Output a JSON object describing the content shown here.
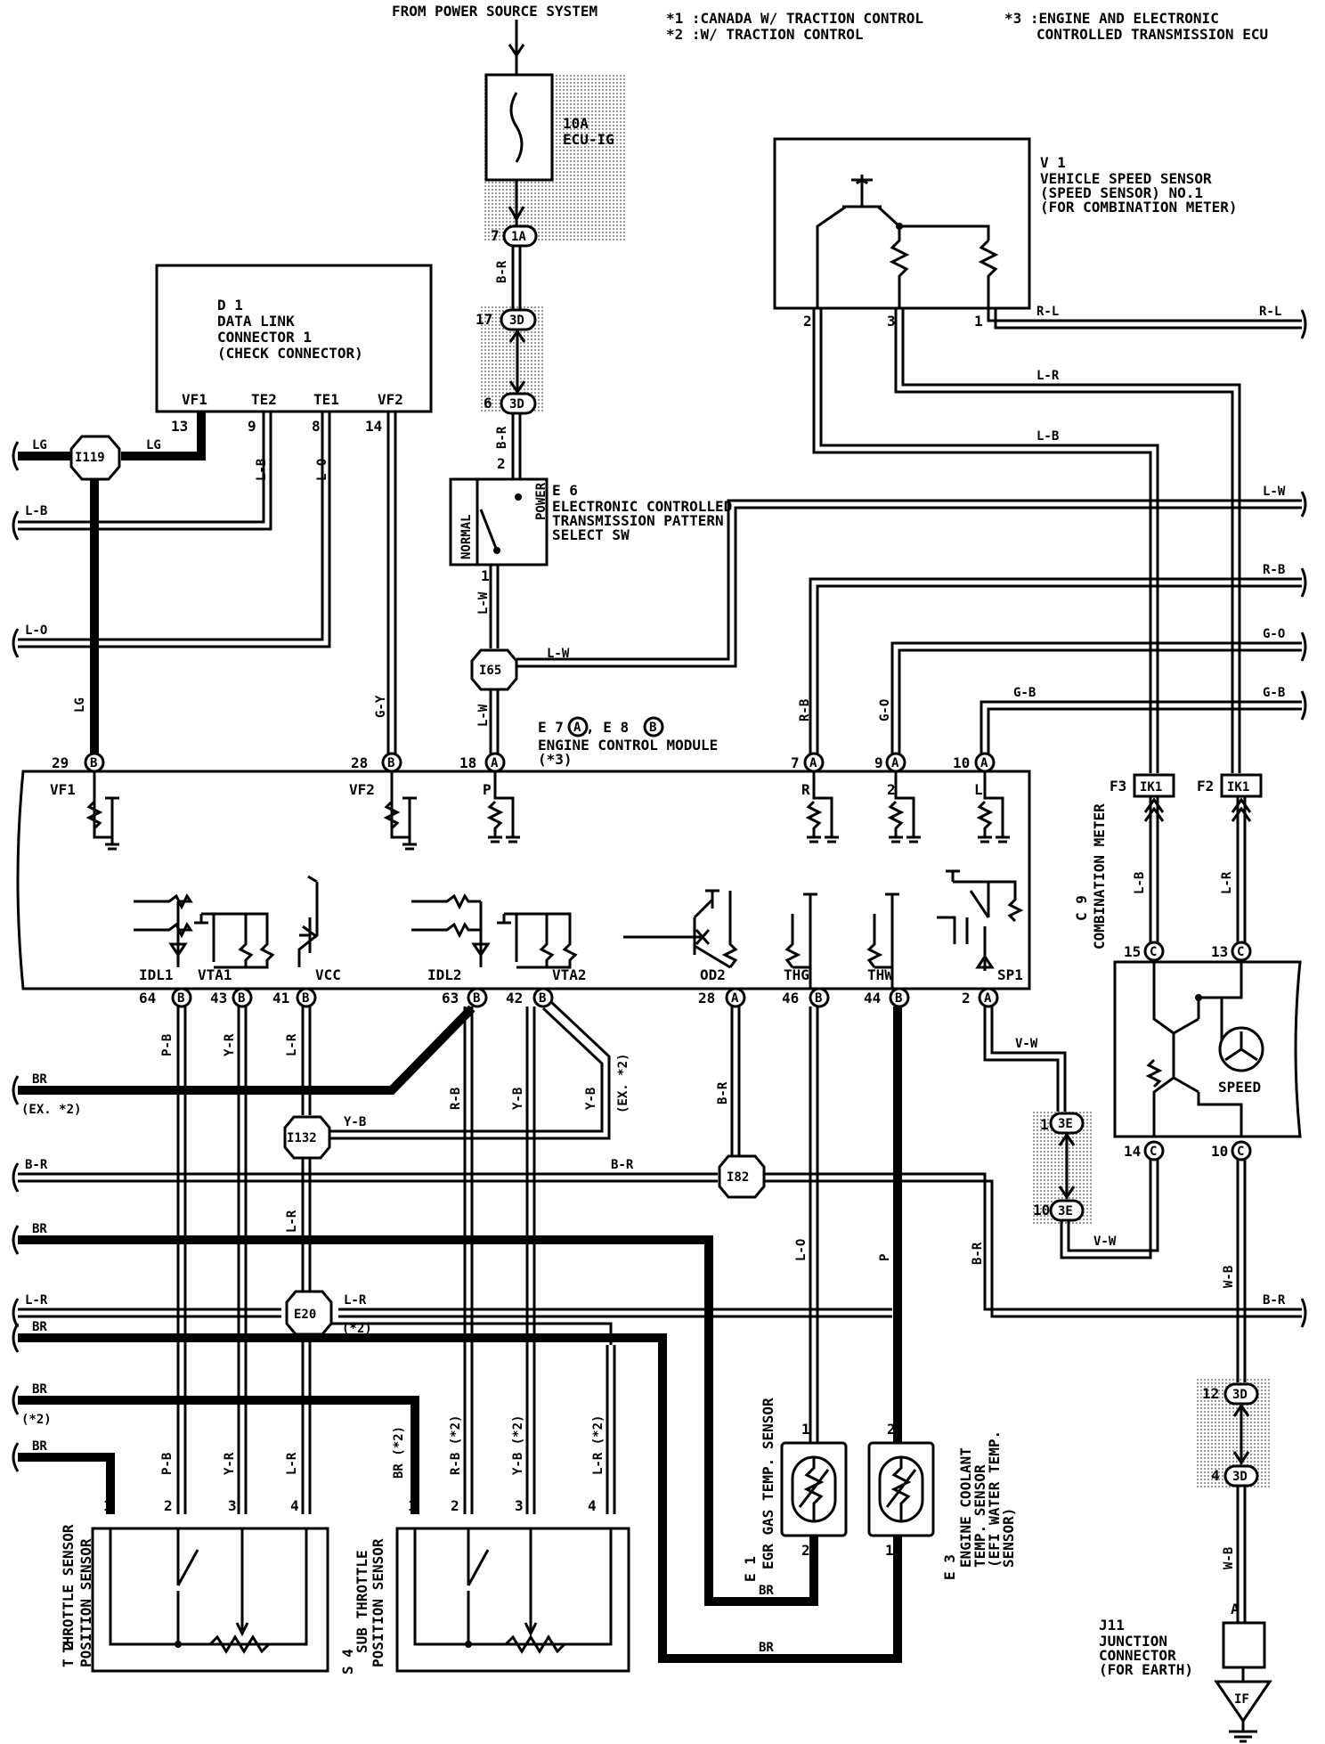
{
  "header": {
    "power_source": "FROM POWER SOURCE SYSTEM",
    "note1": "*1 :CANADA W/ TRACTION CONTROL",
    "note2": "*2 :W/ TRACTION CONTROL",
    "note3a": "*3 :ENGINE AND ELECTRONIC",
    "note3b": "CONTROLLED TRANSMISSION ECU"
  },
  "fuse": {
    "line1": "10A",
    "line2": "ECU-IG"
  },
  "connectors": {
    "j1A_pin": "7",
    "j1A": "1A",
    "j3D_top_pin": "17",
    "j3D_top": "3D",
    "j3D_bot_pin": "6",
    "j3D_bot": "3D",
    "j3E_top_pin": "1",
    "j3E_top": "3E",
    "j3E_bot_pin": "10",
    "j3E_bot": "3E",
    "j3D_r1_pin": "12",
    "j3D_r1": "3D",
    "j3D_r2_pin": "4",
    "j3D_r2": "3D",
    "i119": "I119",
    "i65": "I65",
    "i132": "I132",
    "i82": "I82",
    "e20": "E20",
    "ik1_f3_pin": "F3",
    "ik1_f2_pin": "F2",
    "ik1": "IK1"
  },
  "d1": {
    "title1": "D 1",
    "title2": "DATA LINK",
    "title3": "CONNECTOR 1",
    "title4": "(CHECK CONNECTOR)",
    "vf1": "VF1",
    "te2": "TE2",
    "te1": "TE1",
    "vf2": "VF2",
    "p13": "13",
    "p9": "9",
    "p8": "8",
    "p14": "14"
  },
  "e6": {
    "title1": "E 6",
    "title2": "ELECTRONIC CONTROLLED",
    "title3": "TRANSMISSION PATTERN",
    "title4": "SELECT SW",
    "normal": "NORMAL",
    "power": "POWER",
    "p2": "2",
    "p1": "1"
  },
  "v1": {
    "title1": "V 1",
    "title2": "VEHICLE SPEED SENSOR",
    "title3": "(SPEED SENSOR) NO.1",
    "title4": "(FOR COMBINATION METER)",
    "p2": "2",
    "p3": "3",
    "p1": "1"
  },
  "ecm": {
    "title1": "E 7",
    "title1b": "A",
    "title1c": ", E 8",
    "title1d": "B",
    "title2": "ENGINE CONTROL MODULE",
    "title3": "(*3)",
    "top_pins": [
      {
        "num": "29",
        "conn": "B",
        "label": "VF1"
      },
      {
        "num": "28",
        "conn": "B",
        "label": "VF2"
      },
      {
        "num": "18",
        "conn": "A",
        "label": "P"
      },
      {
        "num": "7",
        "conn": "A",
        "label": "R"
      },
      {
        "num": "9",
        "conn": "A",
        "label": "2"
      },
      {
        "num": "10",
        "conn": "A",
        "label": "L"
      }
    ],
    "bottom_pins": [
      {
        "num": "64",
        "conn": "B",
        "label": "IDL1"
      },
      {
        "num": "43",
        "conn": "B",
        "label": "VTA1"
      },
      {
        "num": "41",
        "conn": "B",
        "label": "VCC"
      },
      {
        "num": "63",
        "conn": "B",
        "label": "IDL2"
      },
      {
        "num": "42",
        "conn": "B",
        "label": "VTA2"
      },
      {
        "num": "28",
        "conn": "A",
        "label": "OD2"
      },
      {
        "num": "46",
        "conn": "B",
        "label": "THG"
      },
      {
        "num": "44",
        "conn": "B",
        "label": "THW"
      },
      {
        "num": "2",
        "conn": "A",
        "label": "SP1"
      }
    ]
  },
  "meter": {
    "title1": "C 9",
    "title1b": "B",
    "title1c": ", C10",
    "title1d": "C",
    "title1e": ", C11",
    "title1f": "A",
    "title2": "COMBINATION METER",
    "speed": "SPEED",
    "p15": "15",
    "p13": "13",
    "p14": "14",
    "p10": "10",
    "c": "C"
  },
  "sensors": {
    "t2_1": "T 2",
    "t2_2": "THROTTLE SENSOR",
    "t2_3": "POSITION SENSOR",
    "s4_1": "S 4",
    "s4_2": "SUB THROTTLE",
    "s4_3": "POSITION SENSOR",
    "e1_1": "E 1",
    "e1_2": "EGR GAS TEMP. SENSOR",
    "e3_1": "E 3",
    "e3_2": "ENGINE COOLANT",
    "e3_3": "TEMP. SENSOR",
    "e3_4": "(EFI WATER TEMP.",
    "e3_5": "SENSOR)",
    "p1": "1",
    "p2": "2",
    "p3": "3",
    "p4": "4"
  },
  "j11": {
    "title1": "J11",
    "title2": "JUNCTION",
    "title3": "CONNECTOR",
    "title4": "(FOR EARTH)",
    "pin": "A",
    "earth": "IF"
  },
  "wires": {
    "lg": "LG",
    "lb": "L-B",
    "lo": "L-O",
    "gy": "G-Y",
    "br": "B-R",
    "lw": "L-W",
    "rl": "R-L",
    "lr": "L-R",
    "rb": "R-B",
    "go": "G-O",
    "gb": "G-B",
    "pb": "P-B",
    "yr": "Y-R",
    "yb": "Y-B",
    "vw": "V-W",
    "wb": "W-B",
    "brn": "BR",
    "p": "P",
    "rb2": "R-B (*2)",
    "yb2": "Y-B (*2)",
    "lr2": "L-R (*2)",
    "br2": "BR (*2)",
    "ex2": "(EX. *2)",
    "star2": "(*2)"
  }
}
